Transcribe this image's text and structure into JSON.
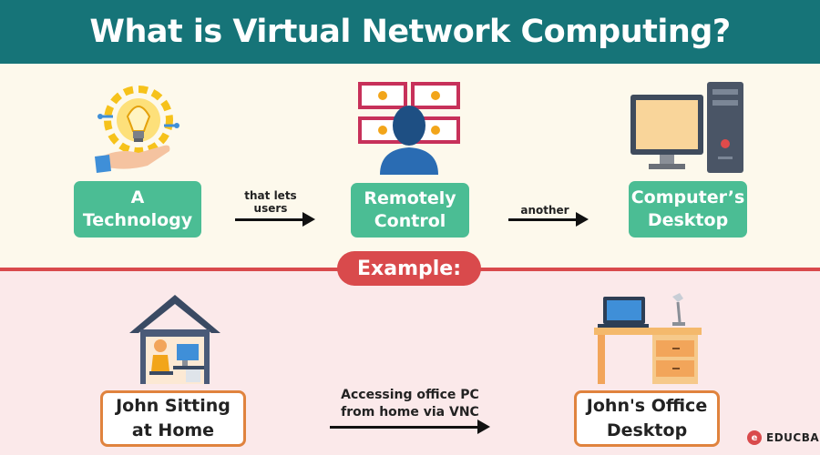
{
  "title": "What is Virtual Network Computing?",
  "definition": {
    "steps": [
      {
        "label": "A\nTechnology",
        "icon": "lightbulb-gear-hand-icon"
      },
      {
        "label": "Remotely\nControl",
        "icon": "person-screens-icon"
      },
      {
        "label": "Computer’s\nDesktop",
        "icon": "desktop-computer-icon"
      }
    ],
    "connectors": [
      {
        "label": "that lets\nusers"
      },
      {
        "label": "another"
      }
    ]
  },
  "example": {
    "heading": "Example:",
    "from": {
      "label": "John Sitting\nat Home",
      "icon": "house-person-icon"
    },
    "to": {
      "label": "John's Office\nDesktop",
      "icon": "office-desk-icon"
    },
    "connector": {
      "label": "Accessing office PC\nfrom home via VNC"
    }
  },
  "brand": {
    "name": "EDUCBA",
    "mark": "e"
  },
  "colors": {
    "title_bg": "#167478",
    "green_box": "#4bbd94",
    "accent_red": "#d94a4c",
    "orange_border": "#e0833e",
    "top_bg": "#fdf9ec",
    "bottom_bg": "#fbe9ea"
  }
}
